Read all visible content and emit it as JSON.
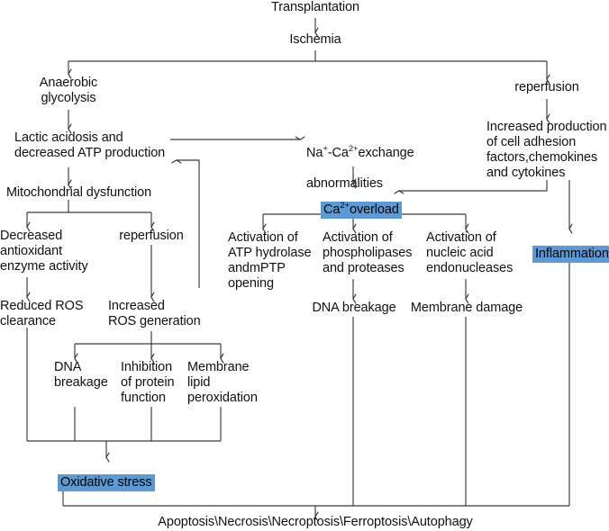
{
  "diagram": {
    "title_node": "Transplantation",
    "accent_color": "#5b9bd5",
    "line_color": "#3a3a3a",
    "nodes": {
      "transplantation": "Transplantation",
      "ischemia": "Ischemia",
      "anaerobic_glycolysis": "Anaerobic\nglycolysis",
      "reperfusion_right": "reperfusion",
      "lactic_acidosis": "Lactic acidosis and\ndecreased ATP production",
      "na_ca_exchange_line1_pre": "Na",
      "na_ca_exchange_line1_sup1": "+",
      "na_ca_exchange_line1_mid": "-Ca",
      "na_ca_exchange_line1_sup2": "2+",
      "na_ca_exchange_line1_post": "exchange",
      "na_ca_exchange_line2": "abnormalities",
      "increased_production": "Increased production\nof cell adhesion\nfactors,chemokines\nand cytokines",
      "mitochondrial_dysfunction": "Mitochondrial dysfunction",
      "ca_overload_pre": "Ca",
      "ca_overload_sup": "2+",
      "ca_overload_post": "overload",
      "inflammation": "Inflammation",
      "decreased_antioxidant": "Decreased\nantioxidant\nenzyme activity",
      "reperfusion_mid": "reperfusion",
      "activation_atp_hydrolase": "Activation of\nATP hydrolase\nandmPTP\nopening",
      "activation_phospholipases": "Activation of\nphospholipases\nand proteases",
      "activation_endonucleases": "Activation of\nnucleic acid\nendonucleases",
      "reduced_ros_clearance": "Reduced ROS\nclearance",
      "increased_ros_generation": "Increased\nROS generation",
      "dna_breakage_mid": "DNA breakage",
      "membrane_damage": "Membrane damage",
      "dna_breakage_left": "DNA\nbreakage",
      "inhibition_protein": "Inhibition\nof protein\nfunction",
      "membrane_lipid_perox": "Membrane\nlipid\nperoxidation",
      "oxidative_stress": "Oxidative stress",
      "outcomes": "Apoptosis\\Necrosis\\Necroptosis\\Ferroptosis\\Autophagy"
    },
    "highlighted": [
      "ca_overload",
      "inflammation",
      "oxidative_stress"
    ]
  }
}
